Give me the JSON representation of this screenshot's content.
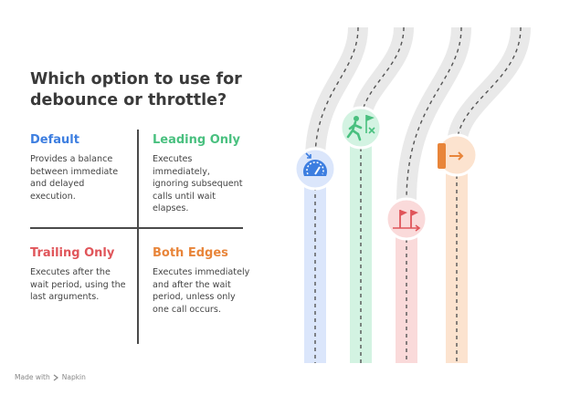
{
  "title": "Which option to use for debounce or throttle?",
  "options": [
    {
      "key": "default",
      "heading": "Default",
      "color": "#3d7ee0",
      "body": "Provides a balance between immediate and delayed execution.",
      "icon": "speedometer-icon"
    },
    {
      "key": "leading",
      "heading": "Leading Only",
      "color": "#49c07f",
      "body": "Executes immediately, ignoring subsequent calls until wait elapses.",
      "icon": "running-to-flag-icon"
    },
    {
      "key": "trailing",
      "heading": "Trailing Only",
      "color": "#e0555a",
      "body": "Executes after the wait period, using the last arguments.",
      "icon": "two-flags-icon"
    },
    {
      "key": "both",
      "heading": "Both Edges",
      "color": "#e8853a",
      "body": "Executes immediately and after the wait period, unless only one call occurs.",
      "icon": "exit-door-icon"
    }
  ],
  "footer": {
    "made_with": "Made with",
    "brand": "Napkin"
  }
}
